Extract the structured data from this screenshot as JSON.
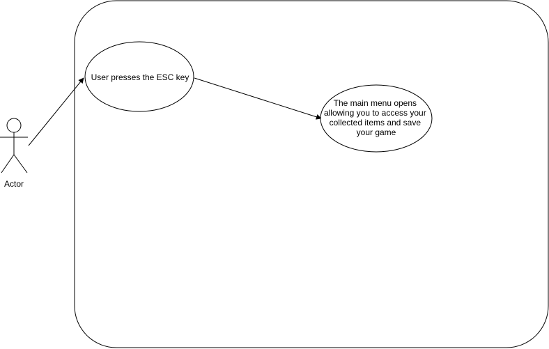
{
  "actor": {
    "label": "Actor"
  },
  "use_cases": [
    {
      "lines": [
        "User presses the ESC key"
      ]
    },
    {
      "lines": [
        "The main menu opens",
        "allowing you to access your",
        "collected items and save",
        "your game"
      ]
    }
  ],
  "colors": {
    "stroke": "#000000",
    "fill": "#ffffff",
    "background": "#ffffff"
  }
}
